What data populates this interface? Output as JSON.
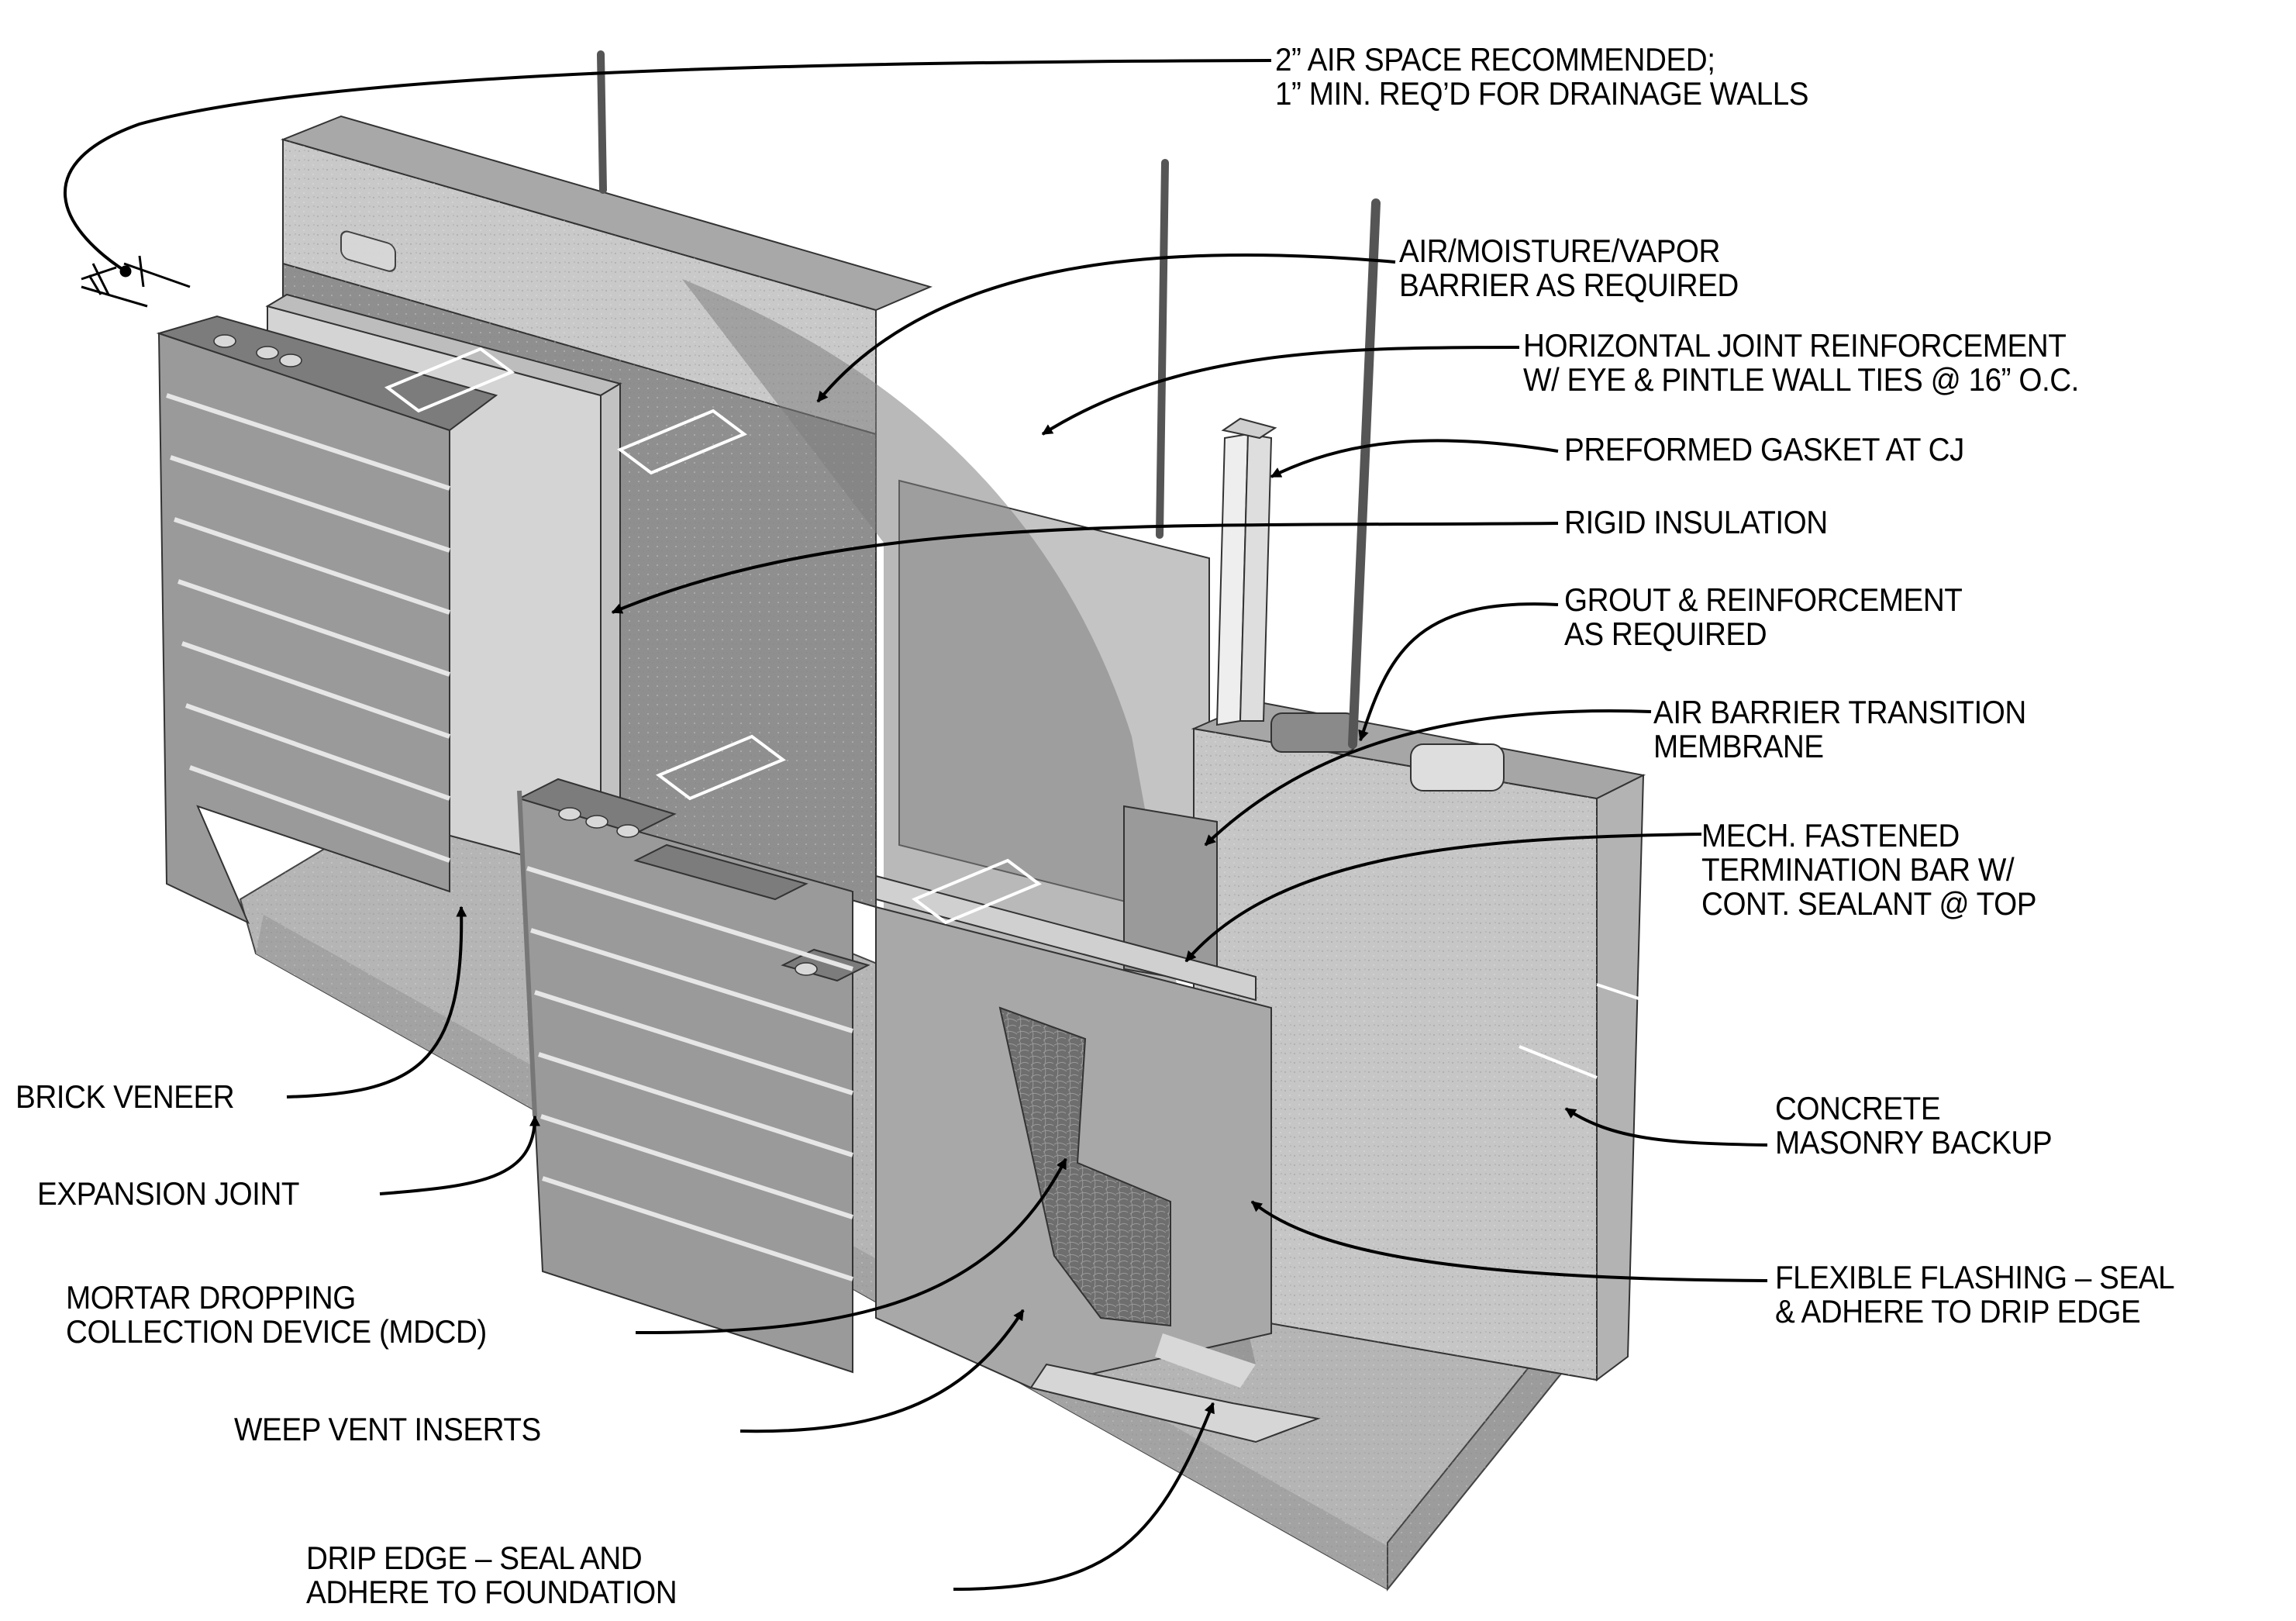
{
  "diagram": {
    "title": "Brick veneer over reinforced CMU backup wall – drainage wall section",
    "style": "isometric grayscale construction detail with leader-line callouts",
    "colors": {
      "background": "#ffffff",
      "ink": "#000000",
      "cmu_light": "#c9c9c9",
      "cmu_dark": "#8f8f8f",
      "brick": "#9a9a9a",
      "brick_top": "#7c7c7c",
      "insulation": "#d4d4d4",
      "membrane": "#a8a8a8",
      "mortar": "#e6e6e6",
      "foundation": "#b5b5b5",
      "rebar": "#555555"
    }
  },
  "callouts": {
    "air_space": {
      "line1": "2” AIR SPACE RECOMMENDED;",
      "line2": "1” MIN. REQ’D FOR DRAINAGE WALLS"
    },
    "vapor_barrier": {
      "line1": "AIR/MOISTURE/VAPOR",
      "line2": "BARRIER AS REQUIRED"
    },
    "joint_reinforcement": {
      "line1": "HORIZONTAL JOINT REINFORCEMENT",
      "line2": "W/ EYE & PINTLE WALL TIES @ 16” O.C."
    },
    "gasket": {
      "line1": "PREFORMED GASKET AT CJ"
    },
    "rigid_insulation": {
      "line1": "RIGID INSULATION"
    },
    "grout": {
      "line1": "GROUT & REINFORCEMENT",
      "line2": "AS REQUIRED"
    },
    "transition_membrane": {
      "line1": "AIR BARRIER TRANSITION",
      "line2": "MEMBRANE"
    },
    "termination_bar": {
      "line1": "MECH. FASTENED",
      "line2": "TERMINATION BAR W/",
      "line3": "CONT. SEALANT @ TOP"
    },
    "cmu_backup": {
      "line1": "CONCRETE",
      "line2": "MASONRY BACKUP"
    },
    "flexible_flashing": {
      "line1": "FLEXIBLE FLASHING – SEAL",
      "line2": "& ADHERE TO DRIP EDGE"
    },
    "brick_veneer": {
      "line1": "BRICK VENEER"
    },
    "expansion_joint": {
      "line1": "EXPANSION JOINT"
    },
    "mdcd": {
      "line1": "MORTAR DROPPING",
      "line2": "COLLECTION DEVICE (MDCD)"
    },
    "weep_vents": {
      "line1": "WEEP VENT INSERTS"
    },
    "drip_edge": {
      "line1": "DRIP EDGE – SEAL AND",
      "line2": "ADHERE TO FOUNDATION"
    }
  }
}
